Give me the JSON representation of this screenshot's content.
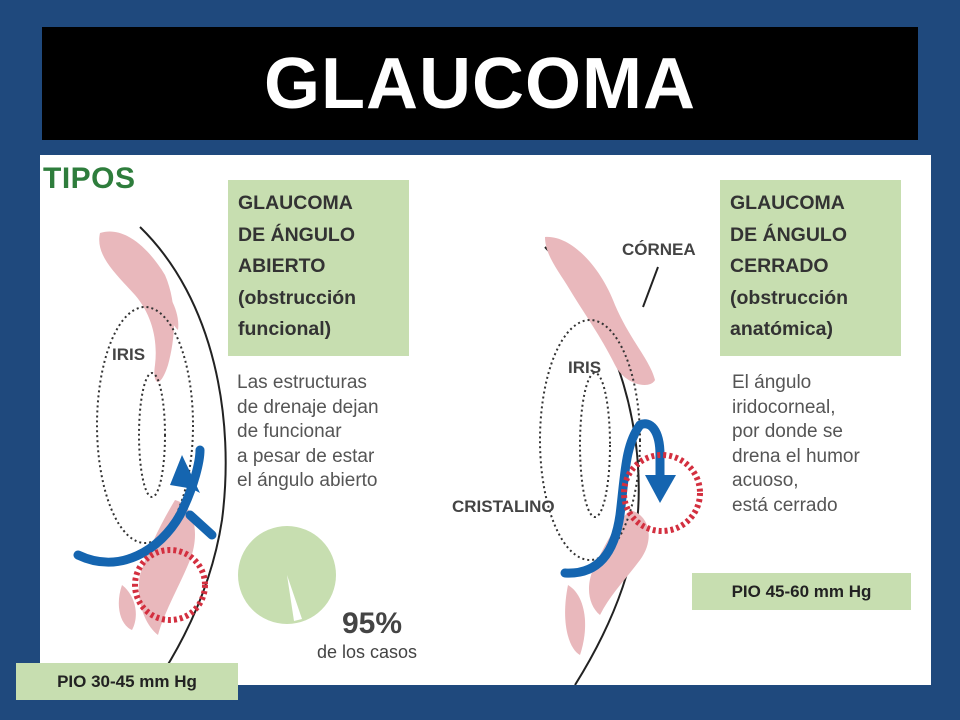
{
  "title": "GLAUCOMA",
  "section_label": "TIPOS",
  "left": {
    "box_lines": [
      "GLAUCOMA",
      "DE ÁNGULO",
      "ABIERTO",
      "(obstrucción",
      "funcional)"
    ],
    "description_lines": [
      "Las estructuras",
      "de drenaje dejan",
      "de funcionar",
      "a pesar de estar",
      "el ángulo abierto"
    ],
    "iris_label": "IRIS",
    "percentage": "95%",
    "percentage_sub": "de los casos",
    "percentage_value": 95,
    "pio": "PIO 30-45 mm Hg"
  },
  "right": {
    "box_lines": [
      "GLAUCOMA",
      "DE ÁNGULO",
      "CERRADO",
      "(obstrucción",
      "anatómica)"
    ],
    "description_lines": [
      "El ángulo",
      "iridocorneal,",
      "por donde se",
      "drena el humor",
      "acuoso,",
      "está cerrado"
    ],
    "cornea_label": "CÓRNEA",
    "iris_label": "IRIS",
    "lens_label": "CRISTALINO",
    "pio": "PIO 45-60 mm Hg"
  },
  "colors": {
    "background": "#1f497d",
    "title_bar": "#000000",
    "green_box": "#c7deb0",
    "pink_tissue": "#e9b8bc",
    "arrow_blue": "#1565b0",
    "red_circle": "#d32f3f",
    "section_green": "#2e7d3c"
  }
}
